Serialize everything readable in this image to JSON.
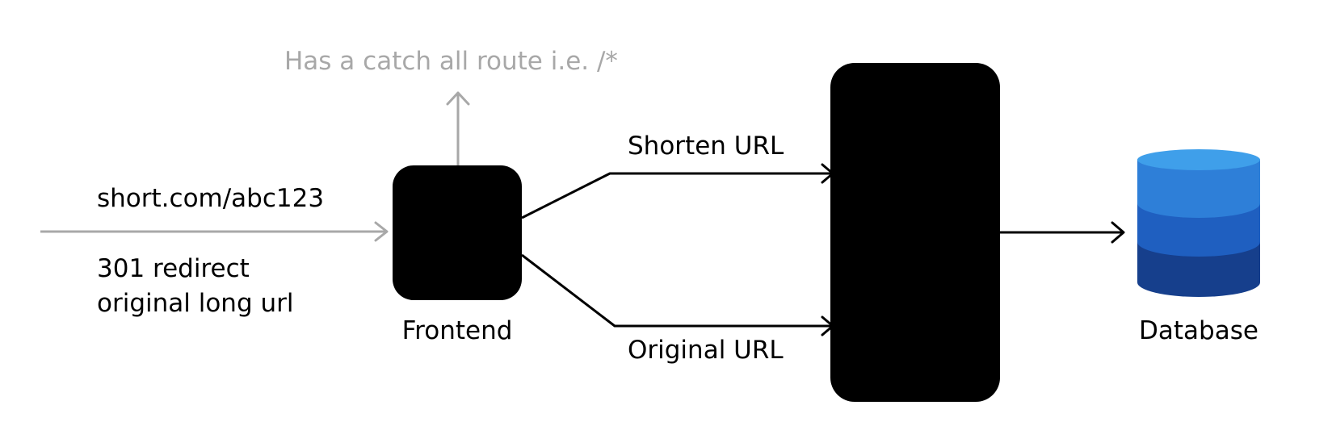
{
  "colors": {
    "ink": "#000000",
    "muted": "#a8a8a8",
    "db_top": "#3f9fea",
    "db_band1": "#2e7fd8",
    "db_band2": "#1f5fc0",
    "db_band3": "#163f8c"
  },
  "icons": {
    "database": "database-cylinder-icon"
  },
  "labels": {
    "catch_all_note": "Has a catch all route i.e. /*",
    "request_url": "short.com/abc123",
    "response_line1": "301 redirect",
    "response_line2": "original long url",
    "shorten_url": "Shorten URL",
    "original_url": "Original URL"
  },
  "nodes": {
    "frontend": {
      "label": "Frontend"
    },
    "backend": {
      "label": ""
    },
    "database": {
      "label": "Database"
    }
  }
}
